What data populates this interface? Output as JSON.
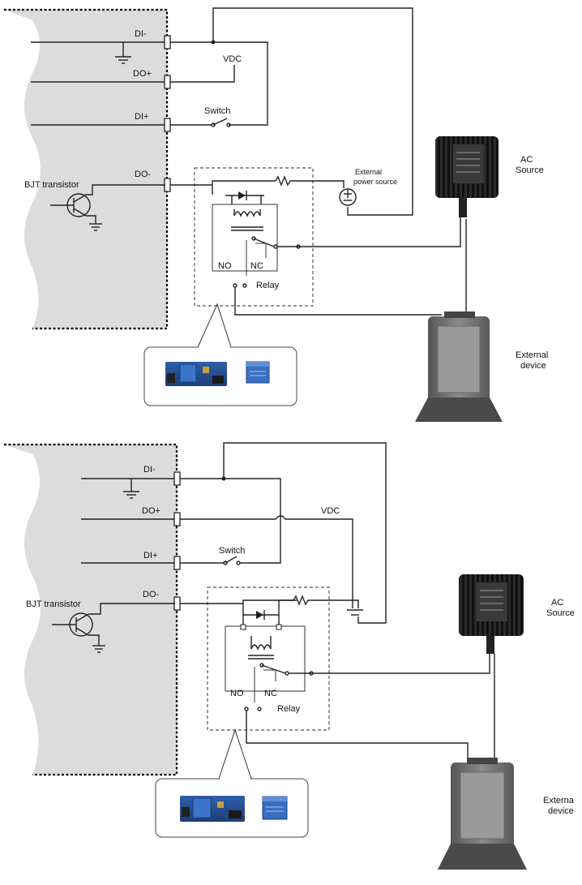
{
  "diagrams": [
    {
      "labels": {
        "di_minus": "DI-",
        "do_plus": "DO+",
        "di_plus": "DI+",
        "do_minus": "DO-",
        "bjt": "BJT transistor",
        "vdc": "VDC",
        "switch": "Switch",
        "ext_power_line1": "External",
        "ext_power_line2": "power source",
        "no": "NO",
        "nc": "NC",
        "relay": "Relay",
        "ac_line1": "AC",
        "ac_line2": "Source",
        "ext_dev_line1": "External",
        "ext_dev_line2": "device"
      }
    },
    {
      "labels": {
        "di_minus": "DI-",
        "do_plus": "DO+",
        "di_plus": "DI+",
        "do_minus": "DO-",
        "bjt": "BJT transistor",
        "vdc": "VDC",
        "switch": "Switch",
        "no": "NO",
        "nc": "NC",
        "relay": "Relay",
        "ac_line1": "AC",
        "ac_line2": "Source",
        "ext_dev_line1": "Externa",
        "ext_dev_line2": "device"
      }
    }
  ]
}
